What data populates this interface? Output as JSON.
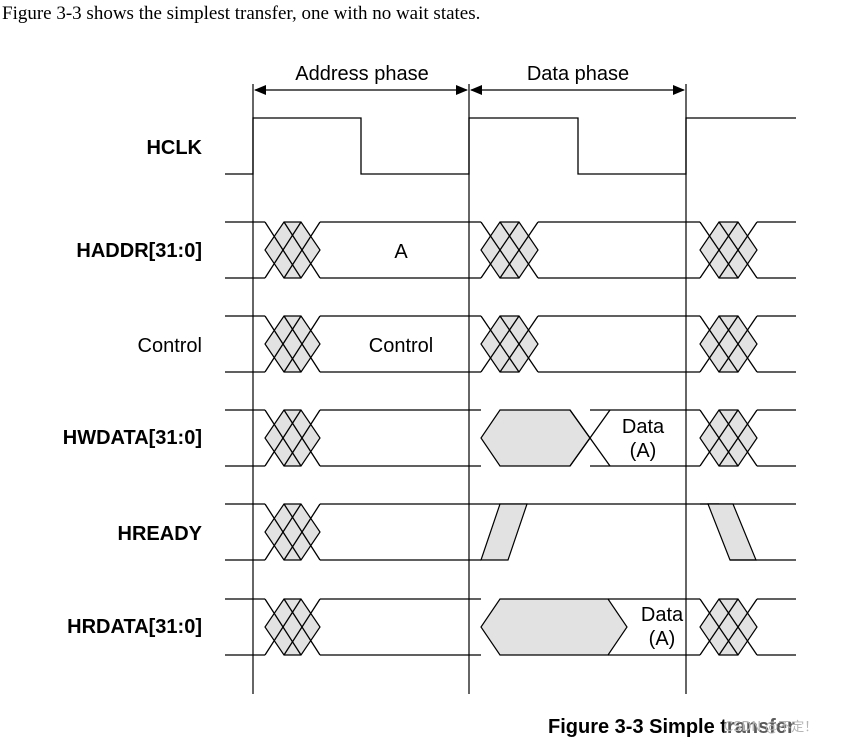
{
  "intro_text": "Figure 3-3 shows the simplest transfer, one with no wait states.",
  "phases": {
    "address": "Address phase",
    "data": "Data phase"
  },
  "signals": {
    "hclk": "HCLK",
    "haddr": "HADDR[31:0]",
    "control": "Control",
    "hwdata": "HWDATA[31:0]",
    "hready": "HREADY",
    "hrdata": "HRDATA[31:0]"
  },
  "values": {
    "haddr": "A",
    "control": "Control",
    "hwdata_line1": "Data",
    "hwdata_line2": "(A)",
    "hrdata_line1": "Data",
    "hrdata_line2": "(A)"
  },
  "caption": "Figure 3-3 Simple transfer",
  "watermark": "CSDN @不定！"
}
